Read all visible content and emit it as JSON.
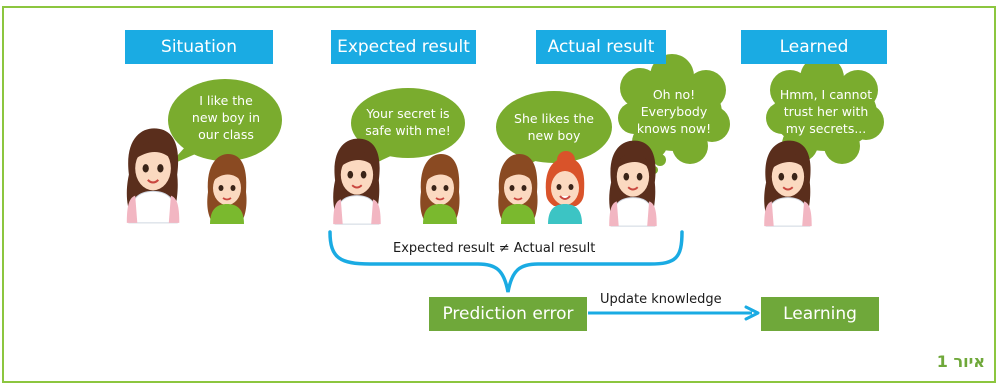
{
  "headers": {
    "situation": "Situation",
    "expected": "Expected result",
    "actual": "Actual result",
    "learned": "Learned"
  },
  "bubbles": {
    "situation": "I like the new boy in our class",
    "expected": "Your secret is safe with me!",
    "actual_friend": "She likes the new boy",
    "actual_girl": "Oh no! Everybody knows now!",
    "learned": "Hmm, I cannot trust her with my secrets..."
  },
  "comparison": "Expected  result ≠ Actual result",
  "prediction_error": "Prediction error",
  "update_label": "Update knowledge",
  "learning": "Learning",
  "figure_label": "איור 1",
  "colors": {
    "header_blue": "#1aabe3",
    "bubble_green": "#7aac2e",
    "box_green": "#6fa83a",
    "border_green": "#8cc63f",
    "bracket_blue": "#1aabe3"
  },
  "icons": [
    "girl-dark-hair-icon",
    "girl-brown-hair-icon",
    "girl-red-hair-icon",
    "speech-bubble-icon",
    "thought-cloud-icon"
  ]
}
